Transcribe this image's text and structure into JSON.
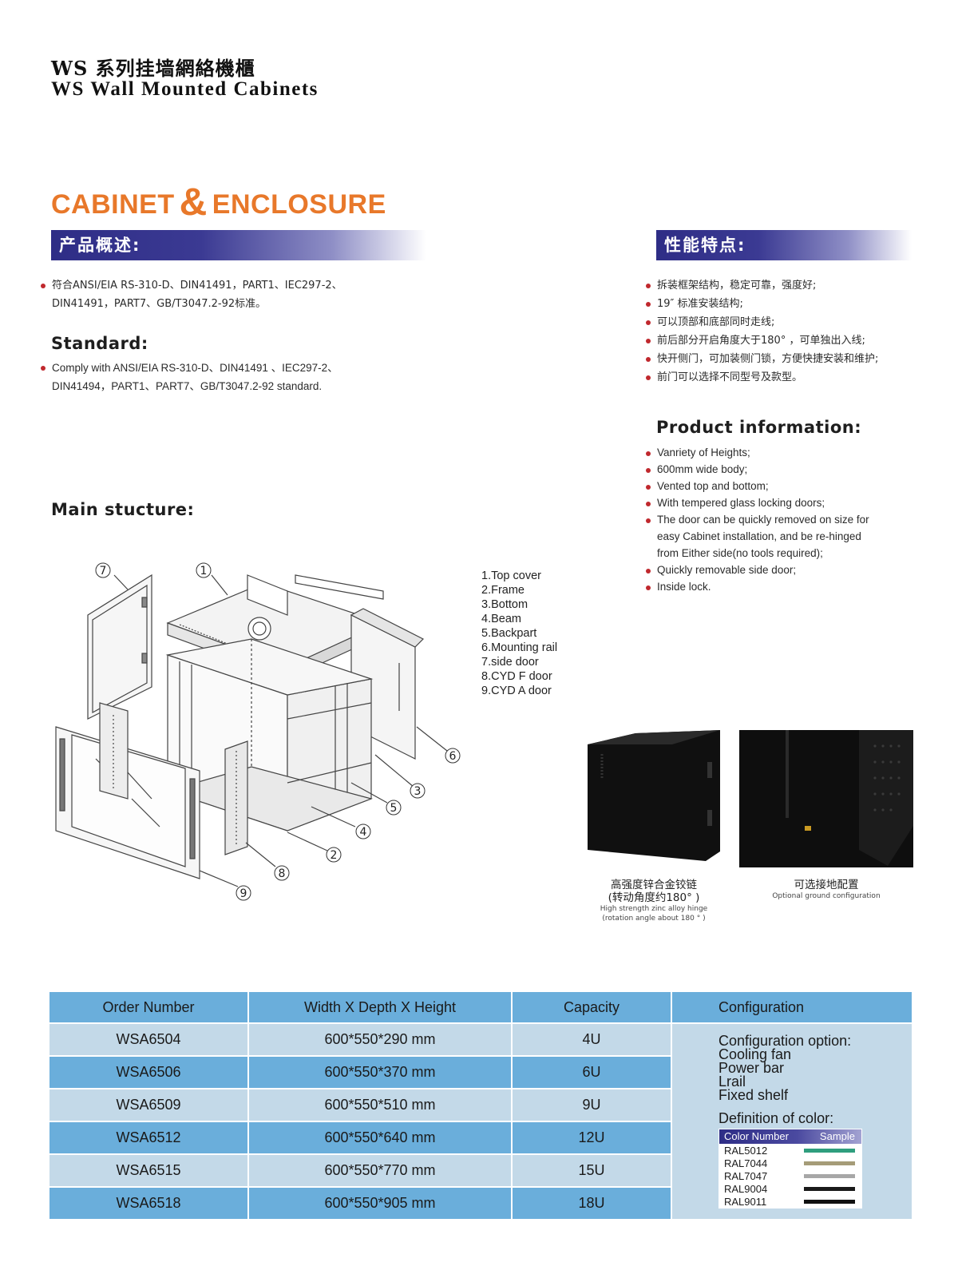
{
  "header": {
    "title_cn": "WS 系列挂墙網絡機櫃",
    "title_en": "WS Wall Mounted Cabinets"
  },
  "banner": {
    "left": "CABINET",
    "amp": "&",
    "right": "ENCLOSURE"
  },
  "overview": {
    "bar_label": "产品概述:",
    "items": [
      {
        "line1": "符合ANSI/EIA RS-310-D、DIN41491，PART1、IEC297-2、",
        "line2": "DIN41491，PART7、GB/T3047.2-92标准。"
      }
    ]
  },
  "standard": {
    "heading": "Standard:",
    "items": [
      {
        "line1": "Comply with ANSI/EIA RS-310-D、DIN41491 、IEC297-2、",
        "line2": "DIN41494，PART1、PART7、GB/T3047.2-92 standard."
      }
    ]
  },
  "features": {
    "bar_label": "性能特点:",
    "items": [
      "拆装框架结构，稳定可靠，强度好;",
      "19″ 标准安装结构;",
      "可以顶部和底部同时走线;",
      "前后部分开启角度大于180°  ，可单独出入线;",
      "快开侧门，可加装侧门锁，方便快捷安装和维护;",
      "前门可以选择不同型号及款型。"
    ]
  },
  "product_info": {
    "heading": "Product information:",
    "items": [
      {
        "line1": "Vanriety of Heights;"
      },
      {
        "line1": "600mm wide body;"
      },
      {
        "line1": "Vented top and bottom;"
      },
      {
        "line1": "With tempered glass locking doors;"
      },
      {
        "line1": "The door can be quickly removed on size for",
        "line2": "easy Cabinet installation, and be re-hinged",
        "line3": "from Either side(no tools required);"
      },
      {
        "line1": "Quickly removable side door;"
      },
      {
        "line1": "Inside lock."
      }
    ]
  },
  "main_structure": {
    "heading": "Main stucture:",
    "legend": [
      "1.Top cover",
      "2.Frame",
      "3.Bottom",
      "4.Beam",
      "5.Backpart",
      "6.Mounting rail",
      "7.side door",
      "8.CYD F door",
      "9.CYD A door"
    ],
    "callouts": [
      "1",
      "2",
      "3",
      "4",
      "5",
      "6",
      "7",
      "8",
      "9"
    ]
  },
  "photos": [
    {
      "caption_cn_1": "高强度锌合金铰链",
      "caption_cn_2": "(转动角度约180°  )",
      "caption_en_1": "High strength zinc alloy hinge",
      "caption_en_2": "(rotation angle about 180 ° )"
    },
    {
      "caption_cn_1": "可选接地配置",
      "caption_en_1": "Optional ground configuration"
    }
  ],
  "table": {
    "headers": [
      "Order Number",
      "Width X Depth X Height",
      "Capacity",
      "Configuration"
    ],
    "rows": [
      {
        "order": "WSA6504",
        "dims": "600*550*290 mm",
        "capacity": "4U"
      },
      {
        "order": "WSA6506",
        "dims": "600*550*370 mm",
        "capacity": "6U"
      },
      {
        "order": "WSA6509",
        "dims": "600*550*510 mm",
        "capacity": "9U"
      },
      {
        "order": "WSA6512",
        "dims": "600*550*640 mm",
        "capacity": "12U"
      },
      {
        "order": "WSA6515",
        "dims": "600*550*770 mm",
        "capacity": "15U"
      },
      {
        "order": "WSA6518",
        "dims": "600*550*905 mm",
        "capacity": "18U"
      }
    ],
    "configuration": {
      "option_label": "Configuration option:",
      "options": [
        "Cooling fan",
        "Power bar",
        "Lrail",
        "Fixed shelf"
      ],
      "color_def_label": "Definition of color:",
      "color_table_head": {
        "number": "Color Number",
        "sample": "Sample"
      },
      "colors": [
        {
          "name": "RAL5012",
          "hex": "#2f9e7e"
        },
        {
          "name": "RAL7044",
          "hex": "#a59c78"
        },
        {
          "name": "RAL7047",
          "hex": "#a7a7a7"
        },
        {
          "name": "RAL9004",
          "hex": "#1a1a1a"
        },
        {
          "name": "RAL9011",
          "hex": "#111111"
        }
      ]
    }
  }
}
